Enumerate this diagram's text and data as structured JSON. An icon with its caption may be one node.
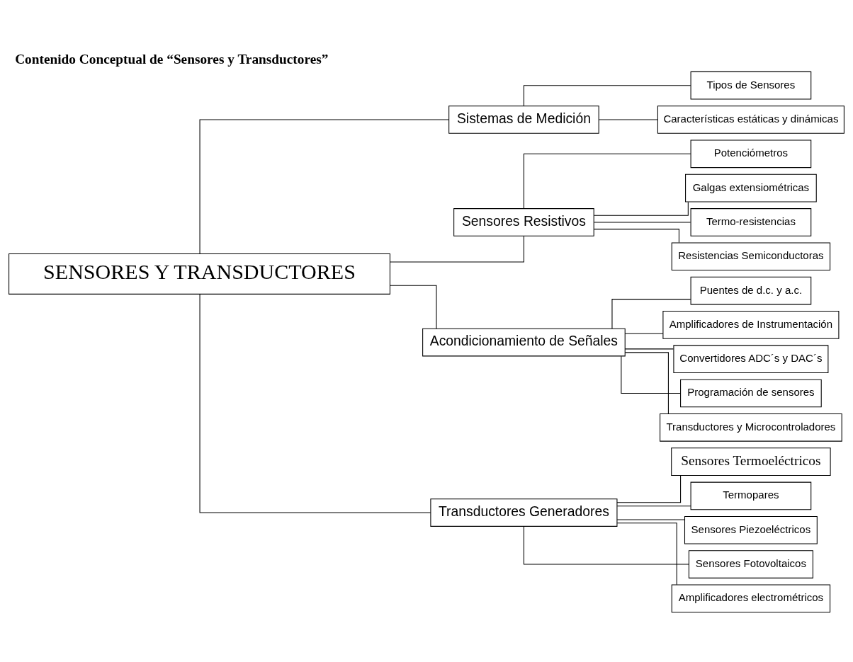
{
  "diagram": {
    "title": "Contenido Conceptual de “Sensores y Transductores”",
    "nodes": [
      {
        "text": [
          "SENSORES Y TRANSDUCTORES"
        ]
      },
      {
        "text": [
          "Sistemas de Medición"
        ]
      },
      {
        "text": [
          "Tipos de Sensores"
        ]
      },
      {
        "text": [
          "Características estáticas y dinámicas"
        ]
      },
      {
        "text": [
          "Sensores Resistivos"
        ]
      },
      {
        "text": [
          "Potenciómetros"
        ]
      },
      {
        "text": [
          "Galgas extensiométricas"
        ]
      },
      {
        "text": [
          "Termo-resistencias"
        ]
      },
      {
        "text": [
          "Resistencias Semiconductoras"
        ]
      },
      {
        "text": [
          "Acondicionamiento de Señales"
        ]
      },
      {
        "text": [
          "Puentes de d.c. y a.c."
        ]
      },
      {
        "text": [
          "Amplificadores de Instrumentación"
        ]
      },
      {
        "text": [
          "Convertidores ADC´s y DAC´s"
        ]
      },
      {
        "text": [
          "Programación de sensores"
        ]
      },
      {
        "text": [
          "Transductores y Microcontroladores"
        ]
      },
      {
        "text": [
          "Transductores Generadores"
        ]
      },
      {
        "text": [
          "Sensores Termoeléctricos"
        ]
      },
      {
        "text": [
          "Termopares"
        ]
      },
      {
        "text": [
          "Sensores Piezoeléctricos"
        ]
      },
      {
        "text": [
          "Sensores Fotovoltaicos"
        ]
      },
      {
        "text": [
          "Amplificadores electrométricos"
        ]
      }
    ],
    "edges": [
      {
        "from": 0,
        "to": 1,
        "arrow": "none"
      },
      {
        "from": 0,
        "to": 4,
        "arrow": "none"
      },
      {
        "from": 0,
        "to": 9,
        "arrow": "none"
      },
      {
        "from": 0,
        "to": 15,
        "arrow": "none"
      },
      {
        "from": 1,
        "to": 2,
        "arrow": "none"
      },
      {
        "from": 1,
        "to": 3,
        "arrow": "none"
      },
      {
        "from": 4,
        "to": 5,
        "arrow": "none"
      },
      {
        "from": 4,
        "to": 6,
        "arrow": "none"
      },
      {
        "from": 4,
        "to": 7,
        "arrow": "none"
      },
      {
        "from": 4,
        "to": 8,
        "arrow": "none"
      },
      {
        "from": 9,
        "to": 10,
        "arrow": "none"
      },
      {
        "from": 9,
        "to": 11,
        "arrow": "none"
      },
      {
        "from": 9,
        "to": 12,
        "arrow": "none"
      },
      {
        "from": 9,
        "to": 13,
        "arrow": "none"
      },
      {
        "from": 9,
        "to": 14,
        "arrow": "none"
      },
      {
        "from": 15,
        "to": 16,
        "arrow": "none"
      },
      {
        "from": 15,
        "to": 17,
        "arrow": "none"
      },
      {
        "from": 15,
        "to": 18,
        "arrow": "none"
      },
      {
        "from": 15,
        "to": 19,
        "arrow": "none"
      },
      {
        "from": 15,
        "to": 20,
        "arrow": "none"
      }
    ]
  }
}
